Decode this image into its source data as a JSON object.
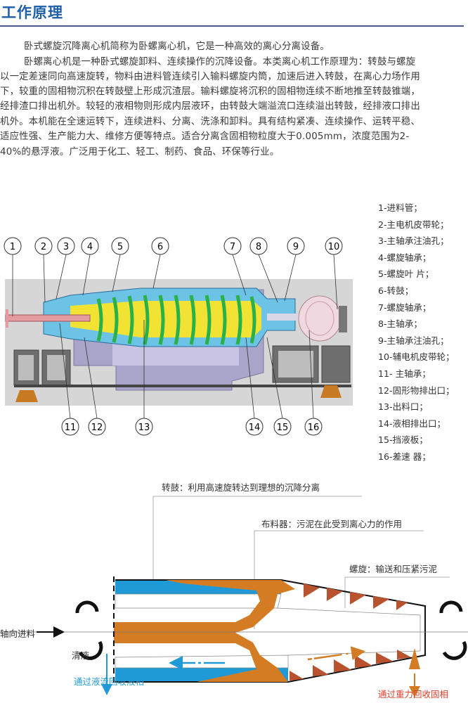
{
  "title": "工作原理",
  "paragraph_lines": [
    "卧式螺旋沉降离心机简称为卧螺离心机，它是一种高效的离心分离设备。",
    "卧螺离心机是一种卧式螺旋卸料、连续操作的沉降设备。本类离心机工作原理为：转鼓与螺旋",
    "以一定差速同向高速旋转，物料由进料管连续引入输料螺旋内筒，加速后进入转鼓，在离心力场作用",
    "下，较重的固相物沉积在转鼓壁上形成沉渣层。输料螺旋将沉积的固相物连续不断地推至转鼓锥端，",
    "经排渣口排出机外。较轻的液相物则形成内层液环，由转鼓大端溢流口连续溢出转鼓，经排液口排出",
    "机外。本机能在全速运转下，连续进料、分离、洗涤和卸料。具有结构紧凑、连续操作、运转平稳、",
    "适应性强、生产能力大、维修方便等特点。适合分离含固相物粒度大于0.005mm，浓度范围为2-",
    "40%的悬浮液。广泛用于化工、轻工、制药、食品、环保等行业。"
  ],
  "machine_callouts": {
    "top": [
      "1",
      "2",
      "3",
      "4",
      "5",
      "6",
      "7",
      "8",
      "9",
      "10"
    ],
    "bottom": [
      "11",
      "12",
      "13",
      "14",
      "15",
      "16"
    ]
  },
  "legend": [
    "1-进料管；",
    "2-主电机皮带轮；",
    "3-主轴承注油孔；",
    "4-螺旋轴承；",
    "5-螺旋叶 片；",
    "6-转鼓；",
    "7-螺旋轴承；",
    "8-主轴承；",
    "9-主轴承注油孔；",
    "10-辅电机皮带轮；",
    "11- 主轴承；",
    "12-固形物排出口；",
    "13-出料口；",
    "14-液相排出口；",
    "15-挡液板；",
    "16-差速 器；"
  ],
  "flow_diagram": {
    "label_drum": "转鼓：利用高速旋转达到理想的沉降分离",
    "label_distributor": "布料器：污泥在此受到离心力的作用",
    "label_screw": "螺旋：输送和压紧污泥",
    "label_feed": "轴向进料",
    "label_clear": "清液",
    "label_liquid": "通过液流回收液相",
    "label_solid": "通过重力回收固相"
  },
  "colors": {
    "title": "#1e5fa8",
    "liquid": "#1f9ad6",
    "solid": "#d47c24",
    "solid_text": "#d9432f",
    "screw": "#2fb24a"
  }
}
